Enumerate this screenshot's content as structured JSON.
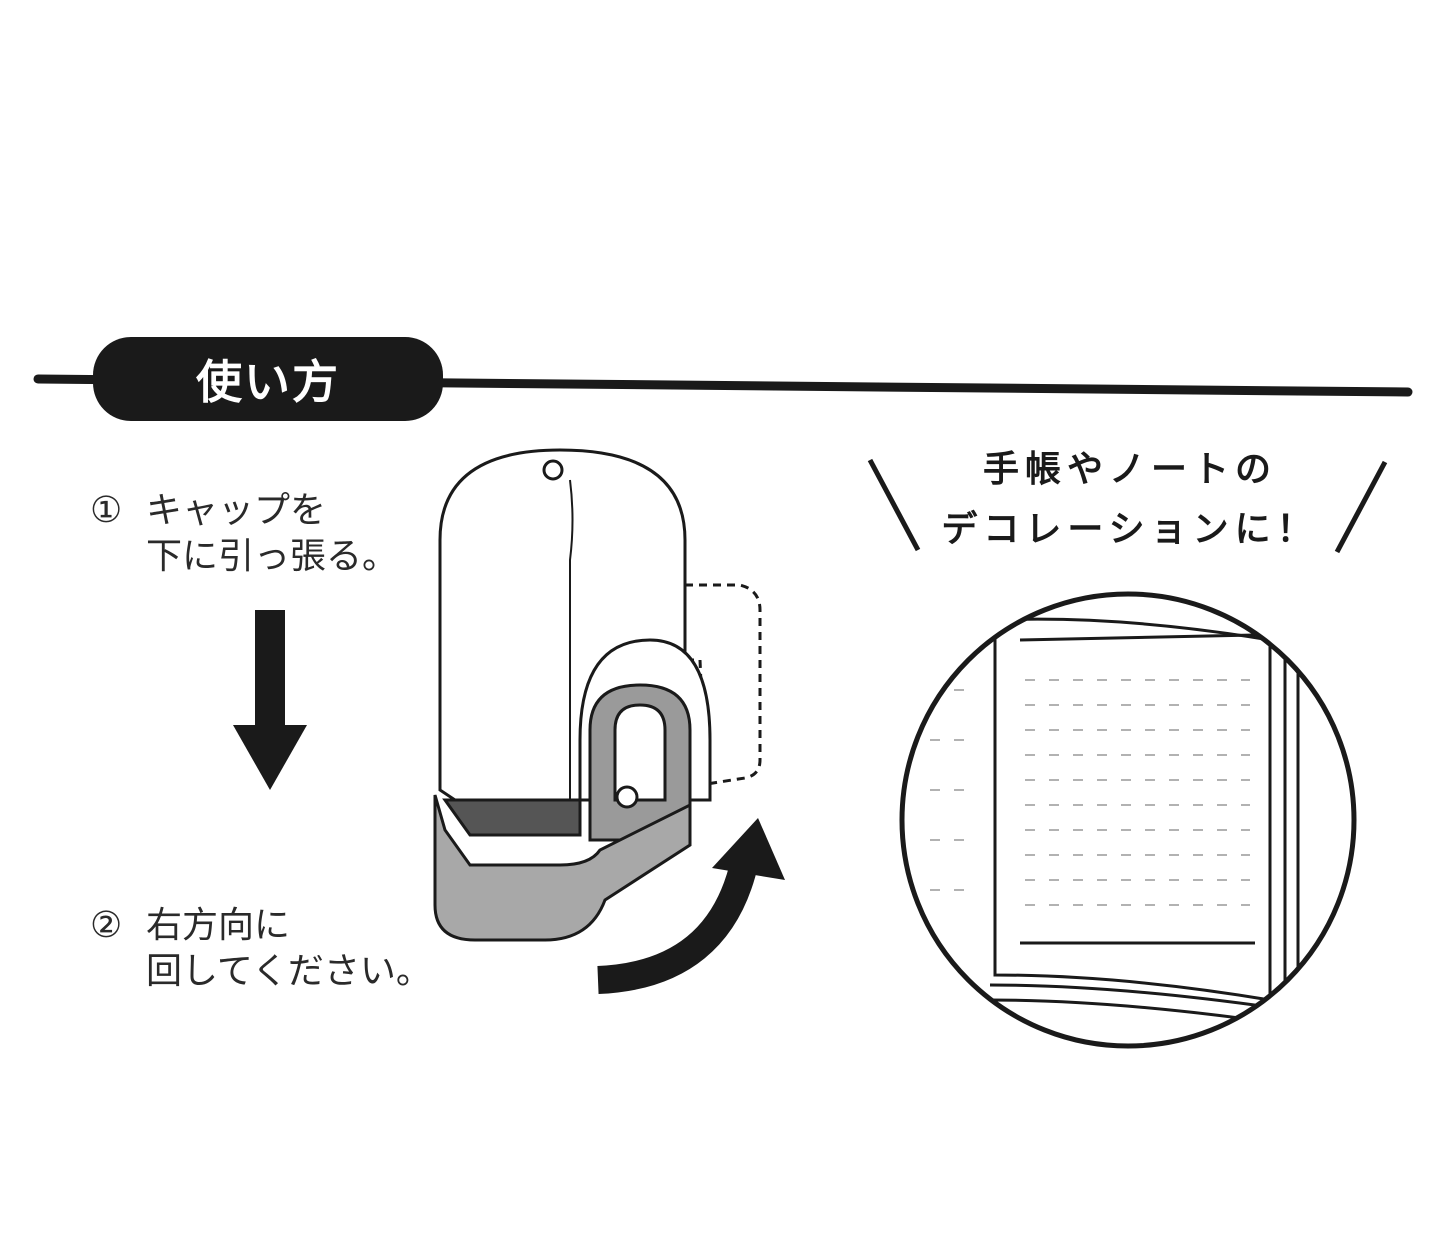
{
  "section": {
    "title": "使い方"
  },
  "steps": [
    {
      "number": "①",
      "line1": "キャップを",
      "line2": "下に引っ張る。"
    },
    {
      "number": "②",
      "line1": "右方向に",
      "line2": "回してください。"
    }
  ],
  "caption": {
    "line1": "手帳やノートの",
    "line2": "デコレーションに！"
  },
  "colors": {
    "ink": "#1a1a1a",
    "base_gray": "#a8a8a8",
    "paper": "#ffffff"
  }
}
